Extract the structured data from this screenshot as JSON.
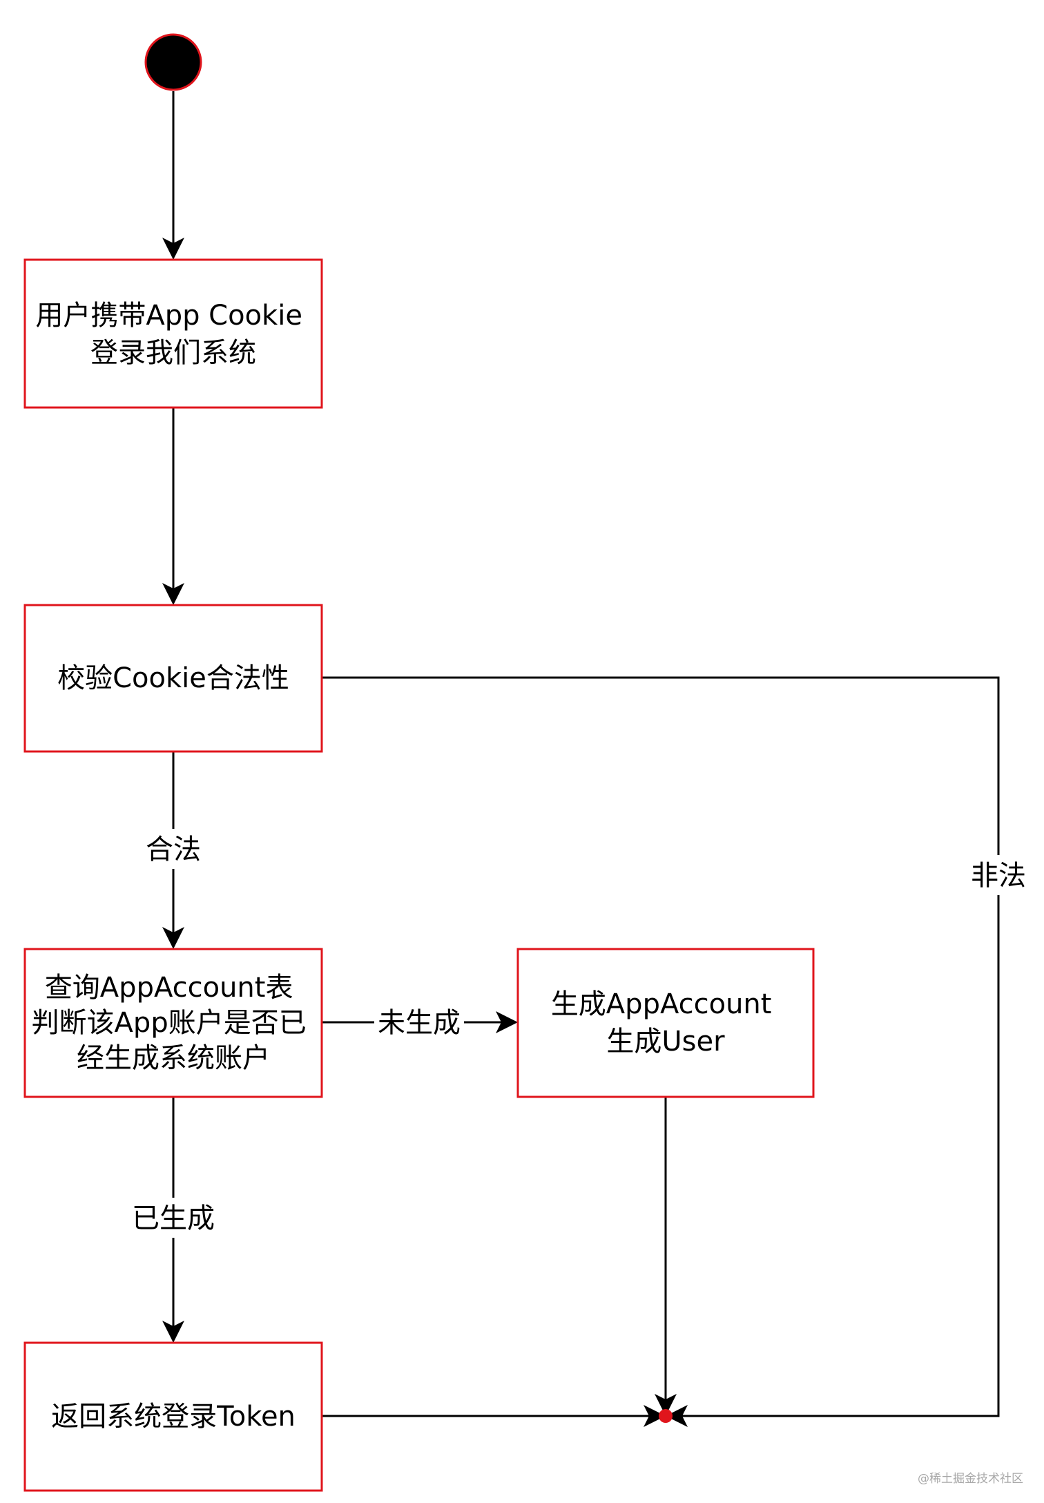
{
  "colors": {
    "box_border": "#e0151c",
    "start_fill": "#000000",
    "start_border": "#e0151c",
    "end_fill": "#e0151c",
    "edge": "#000000",
    "text": "#000000"
  },
  "nodes": {
    "start": {
      "shape": "filled-circle"
    },
    "login": {
      "lines": [
        "用户携带App Cookie",
        "登录我们系统"
      ]
    },
    "validate": {
      "lines": [
        "校验Cookie合法性"
      ]
    },
    "query": {
      "lines": [
        "查询AppAccount表",
        "判断该App账户是否已",
        "经生成系统账户"
      ]
    },
    "generate": {
      "lines": [
        "生成AppAccount",
        "生成User"
      ]
    },
    "return_token": {
      "lines": [
        "返回系统登录Token"
      ]
    },
    "end": {
      "shape": "filled-dot"
    }
  },
  "edges": {
    "legal": "合法",
    "illegal": "非法",
    "not_generated": "未生成",
    "generated": "已生成"
  },
  "watermark": "@稀土掘金技术社区"
}
